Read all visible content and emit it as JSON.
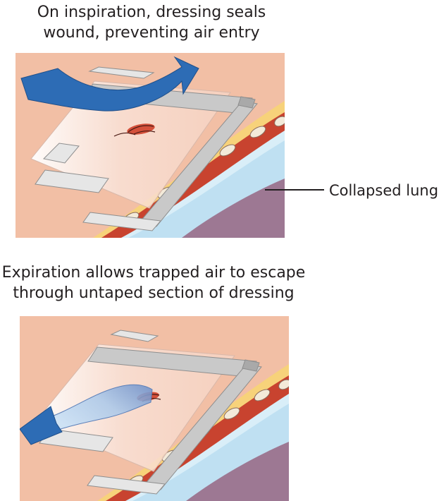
{
  "captions": {
    "inspiration": {
      "line1": "On inspiration, dressing seals",
      "line2": "wound, preventing air entry"
    },
    "expiration": {
      "line1": "Expiration allows trapped air to escape",
      "line2": "through untaped section of dressing"
    }
  },
  "labels": {
    "collapsed_lung": "Collapsed lung"
  },
  "colors": {
    "skin": "#f2bfa5",
    "fat_layer": "#f7d27a",
    "muscle": "#c8432f",
    "pleura": "#cfe9f7",
    "lung": "#9d7893",
    "tape": "#c9c9c9",
    "dressing": "#f7ded3",
    "air_arrow": "#2d6cb5"
  }
}
